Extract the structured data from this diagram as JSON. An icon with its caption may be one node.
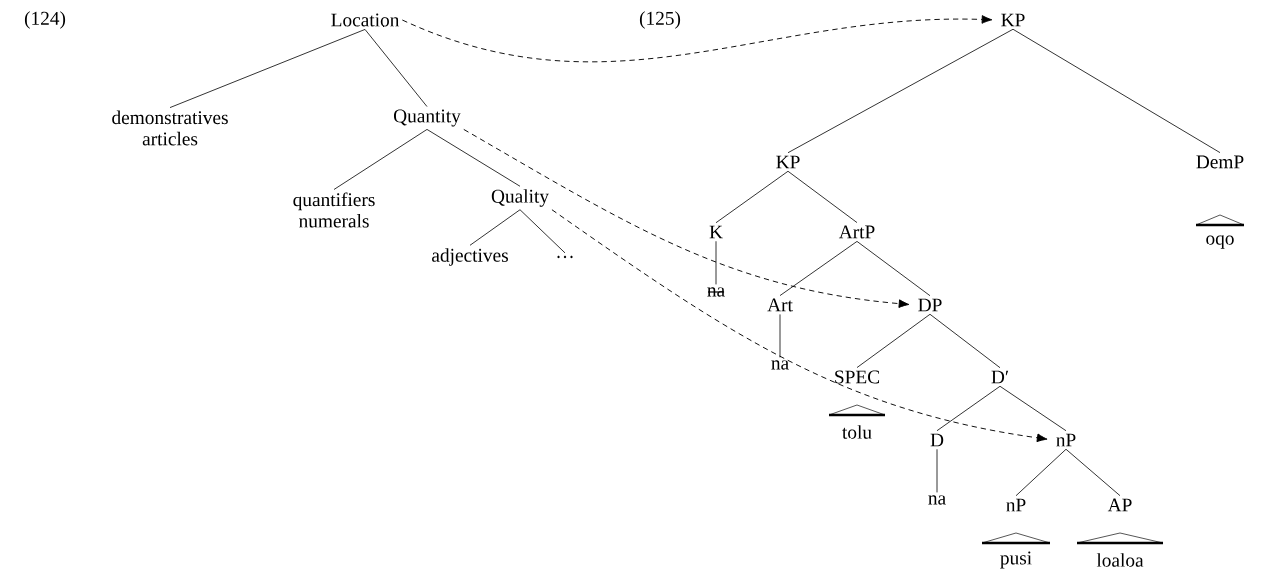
{
  "diagram": {
    "nodes": [
      {
        "text": [
          "Location"
        ]
      },
      {
        "text": [
          "demonstratives articles"
        ]
      },
      {
        "text": [
          "Quantity"
        ]
      },
      {
        "text": [
          "quantifiers numerals"
        ]
      },
      {
        "text": [
          "Quality"
        ]
      },
      {
        "text": [
          "adjectives"
        ]
      },
      {
        "text": [
          "…"
        ]
      },
      {
        "text": [
          "KP"
        ]
      },
      {
        "text": [
          "KP"
        ]
      },
      {
        "text": [
          "DemP"
        ]
      },
      {
        "text": [
          "oqo"
        ]
      },
      {
        "text": [
          "K"
        ]
      },
      {
        "text": [
          "na"
        ]
      },
      {
        "text": [
          "ArtP"
        ]
      },
      {
        "text": [
          "Art"
        ]
      },
      {
        "text": [
          "DP"
        ]
      },
      {
        "text": [
          "na"
        ]
      },
      {
        "text": [
          "SPEC"
        ]
      },
      {
        "text": [
          "D′"
        ]
      },
      {
        "text": [
          "tolu"
        ]
      },
      {
        "text": [
          "D"
        ]
      },
      {
        "text": [
          "nP"
        ]
      },
      {
        "text": [
          "na"
        ]
      },
      {
        "text": [
          "nP"
        ]
      },
      {
        "text": [
          "AP"
        ]
      },
      {
        "text": [
          "pusi"
        ]
      },
      {
        "text": [
          "loaloa"
        ]
      }
    ],
    "edges": [
      {
        "from": 0,
        "to": 1,
        "arrow": "none"
      },
      {
        "from": 0,
        "to": 2,
        "arrow": "none"
      },
      {
        "from": 2,
        "to": 3,
        "arrow": "none"
      },
      {
        "from": 2,
        "to": 4,
        "arrow": "none"
      },
      {
        "from": 4,
        "to": 5,
        "arrow": "none"
      },
      {
        "from": 4,
        "to": 6,
        "arrow": "none"
      },
      {
        "from": 7,
        "to": 8,
        "arrow": "none"
      },
      {
        "from": 7,
        "to": 9,
        "arrow": "none"
      },
      {
        "from": 8,
        "to": 11,
        "arrow": "none"
      },
      {
        "from": 8,
        "to": 13,
        "arrow": "none"
      },
      {
        "from": 11,
        "to": 12,
        "arrow": "none"
      },
      {
        "from": 13,
        "to": 14,
        "arrow": "none"
      },
      {
        "from": 13,
        "to": 15,
        "arrow": "none"
      },
      {
        "from": 14,
        "to": 16,
        "arrow": "none"
      },
      {
        "from": 15,
        "to": 17,
        "arrow": "none"
      },
      {
        "from": 15,
        "to": 18,
        "arrow": "none"
      },
      {
        "from": 18,
        "to": 20,
        "arrow": "none"
      },
      {
        "from": 18,
        "to": 21,
        "arrow": "none"
      },
      {
        "from": 20,
        "to": 22,
        "arrow": "none"
      },
      {
        "from": 21,
        "to": 23,
        "arrow": "none"
      },
      {
        "from": 21,
        "to": 24,
        "arrow": "none"
      },
      {
        "from": 0,
        "to": 7,
        "arrow": "to",
        "style": "dashed"
      },
      {
        "from": 2,
        "to": 15,
        "arrow": "to",
        "style": "dashed"
      },
      {
        "from": 4,
        "to": 21,
        "arrow": "to",
        "style": "dashed"
      }
    ],
    "labels": [
      "(124)",
      "(125)"
    ]
  }
}
